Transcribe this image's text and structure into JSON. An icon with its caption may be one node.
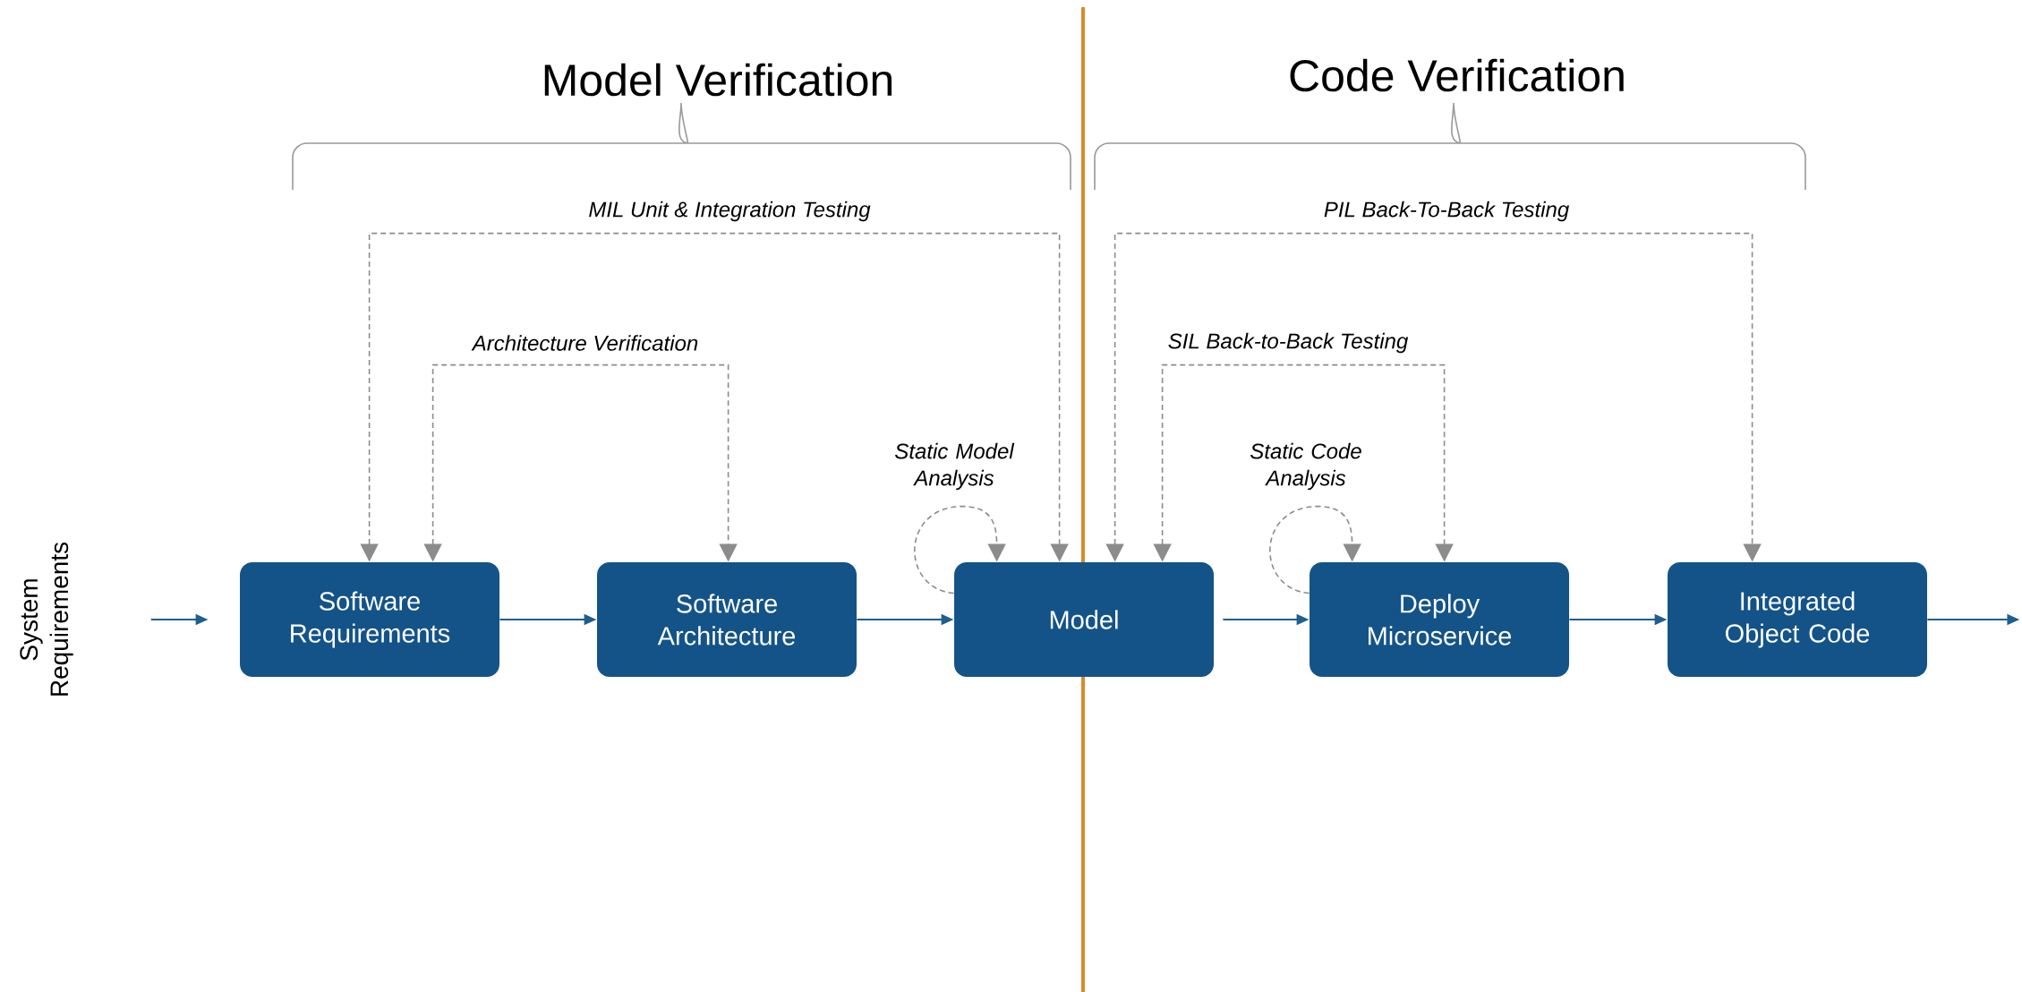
{
  "diagram": {
    "nodes": [
      {
        "text": [
          "System Requirements"
        ]
      },
      {
        "text": [
          "Software Requirements"
        ]
      },
      {
        "text": [
          "Software Architecture"
        ]
      },
      {
        "text": [
          "Model"
        ]
      },
      {
        "text": [
          "Deploy Microservice"
        ]
      },
      {
        "text": [
          "Integrated Object Code"
        ]
      }
    ],
    "edges": [
      {
        "from": 0,
        "to": 1,
        "arrow": "to"
      },
      {
        "from": 1,
        "to": 2,
        "arrow": "to"
      },
      {
        "from": 2,
        "to": 3,
        "arrow": "to"
      },
      {
        "from": 3,
        "to": 4,
        "arrow": "to"
      },
      {
        "from": 4,
        "to": 5,
        "arrow": "to"
      },
      {
        "from": 5,
        "to": null,
        "arrow": "to"
      },
      {
        "from": 1,
        "to": 3,
        "arrow": "both",
        "label": "MIL Unit & Integration Testing",
        "style": "dashed",
        "color": "#8c8c8c"
      },
      {
        "from": 1,
        "to": 2,
        "arrow": "both",
        "label": "Architecture Verification",
        "style": "dashed",
        "color": "#8c8c8c"
      },
      {
        "from": 3,
        "to": 3,
        "arrow": "to",
        "label": "Static Model Analysis",
        "style": "dashed",
        "color": "#8c8c8c"
      },
      {
        "from": 3,
        "to": 5,
        "arrow": "both",
        "label": "PIL Back-To-Back Testing",
        "style": "dashed",
        "color": "#8c8c8c"
      },
      {
        "from": 3,
        "to": 4,
        "arrow": "both",
        "label": "SIL Back-to-Back Testing",
        "style": "dashed",
        "color": "#8c8c8c"
      },
      {
        "from": 4,
        "to": 4,
        "arrow": "to",
        "label": "Static Code Analysis",
        "style": "dashed",
        "color": "#8c8c8c"
      }
    ],
    "labels": [
      "Model Verification",
      "Code Verification"
    ]
  }
}
